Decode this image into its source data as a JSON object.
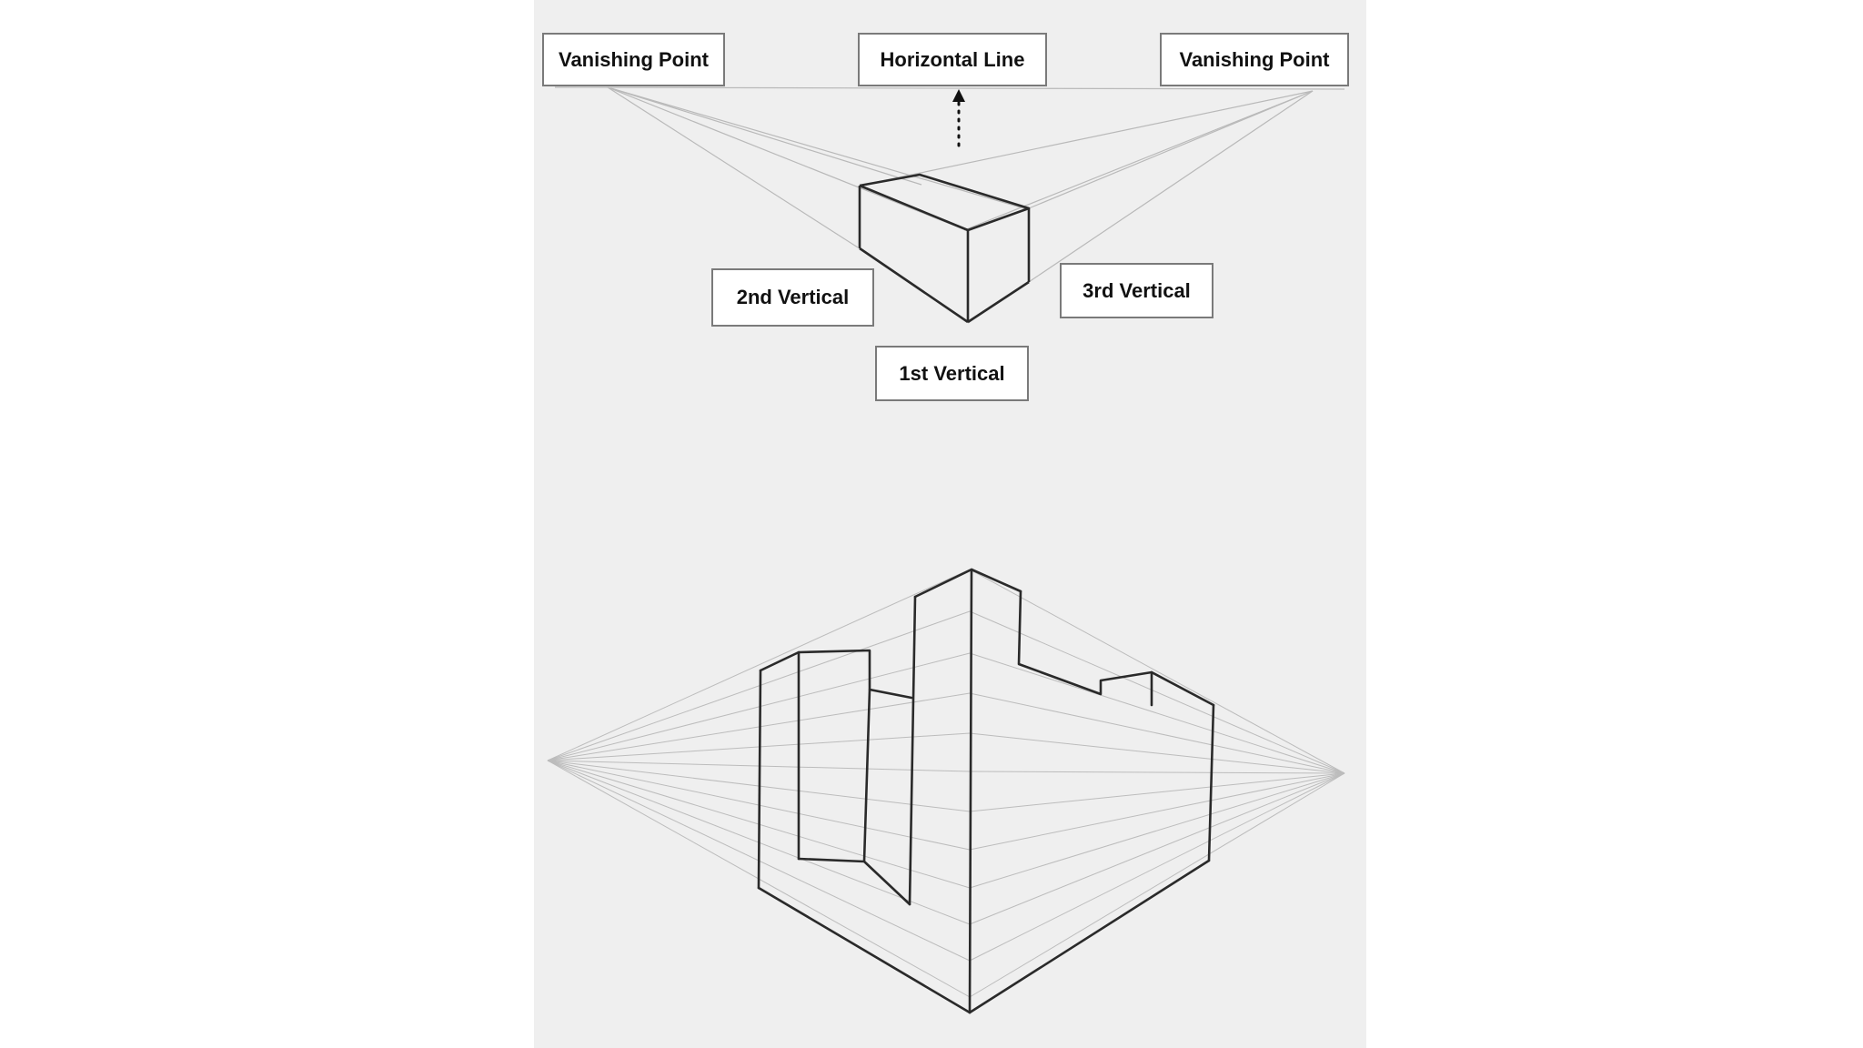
{
  "labels": {
    "vanishing_point_left": "Vanishing Point",
    "horizontal_line": "Horizontal Line",
    "vanishing_point_right": "Vanishing Point",
    "second_vertical": "2nd Vertical",
    "third_vertical": "3rd Vertical",
    "first_vertical": "1st Vertical"
  },
  "colors": {
    "paper": "#efefef",
    "construction_line": "#b9b9b9",
    "ink": "#2a2a2a",
    "label_border": "#7a7a7a"
  }
}
